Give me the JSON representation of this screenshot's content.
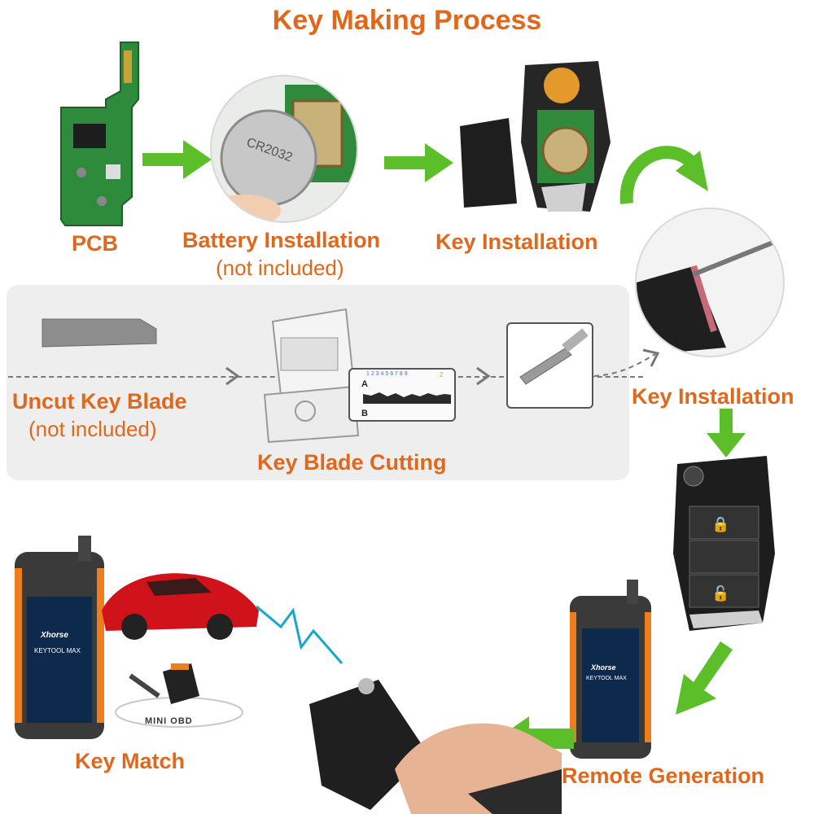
{
  "title": "Key Making Process",
  "steps": {
    "pcb": "PCB",
    "battery": "Battery Installation",
    "battery_note": "(not included)",
    "key_install_1": "Key Installation",
    "key_install_2": "Key Installation",
    "uncut": "Uncut Key Blade",
    "uncut_note": "(not included)",
    "cutting": "Key Blade Cutting",
    "key_match": "Key Match",
    "remote_gen": "Remote Generation"
  },
  "device": {
    "brand": "Xhorse",
    "model": "KEYTOOL MAX"
  },
  "obd_label": "MINI OBD",
  "battery_text": "CR2032",
  "cut_chart": {
    "a": "A",
    "b": "B",
    "nums": "1 2 3 4 5 6 7 8 9",
    "two": "2"
  },
  "colors": {
    "accent": "#e0681c",
    "arrow_green": "#5cbf2a",
    "car_red": "#d0121b"
  }
}
